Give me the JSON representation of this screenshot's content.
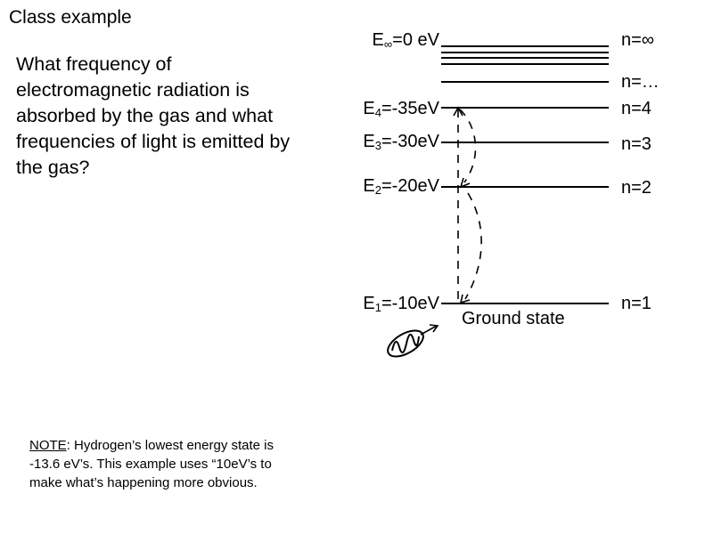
{
  "title": "Class example",
  "question": [
    "What frequency of",
    "electromagnetic radiation is",
    "absorbed by the gas and what",
    "frequencies of light is emitted by",
    "the gas?"
  ],
  "levels": {
    "inf": {
      "sym": "E",
      "sub": "∞",
      "value": "=0 eV",
      "n": "n=∞"
    },
    "dots": {
      "n": "n=…"
    },
    "l4": {
      "sym": "E",
      "sub": "4",
      "value": "=-35eV",
      "n": "n=4"
    },
    "l3": {
      "sym": "E",
      "sub": "3",
      "value": "=-30eV",
      "n": "n=3"
    },
    "l2": {
      "sym": "E",
      "sub": "2",
      "value": "=-20eV",
      "n": "n=2"
    },
    "l1": {
      "sym": "E",
      "sub": "1",
      "value": "=-10eV",
      "n": "n=1"
    }
  },
  "ground_state": "Ground state",
  "note": {
    "label": "NOTE",
    "lines": [
      ": Hydrogen’s lowest energy state is",
      "-13.6 eV’s. This example uses “10eV’s to",
      "make what’s happening more obvious."
    ]
  },
  "icons": {
    "photon": "photon-wave-icon"
  }
}
